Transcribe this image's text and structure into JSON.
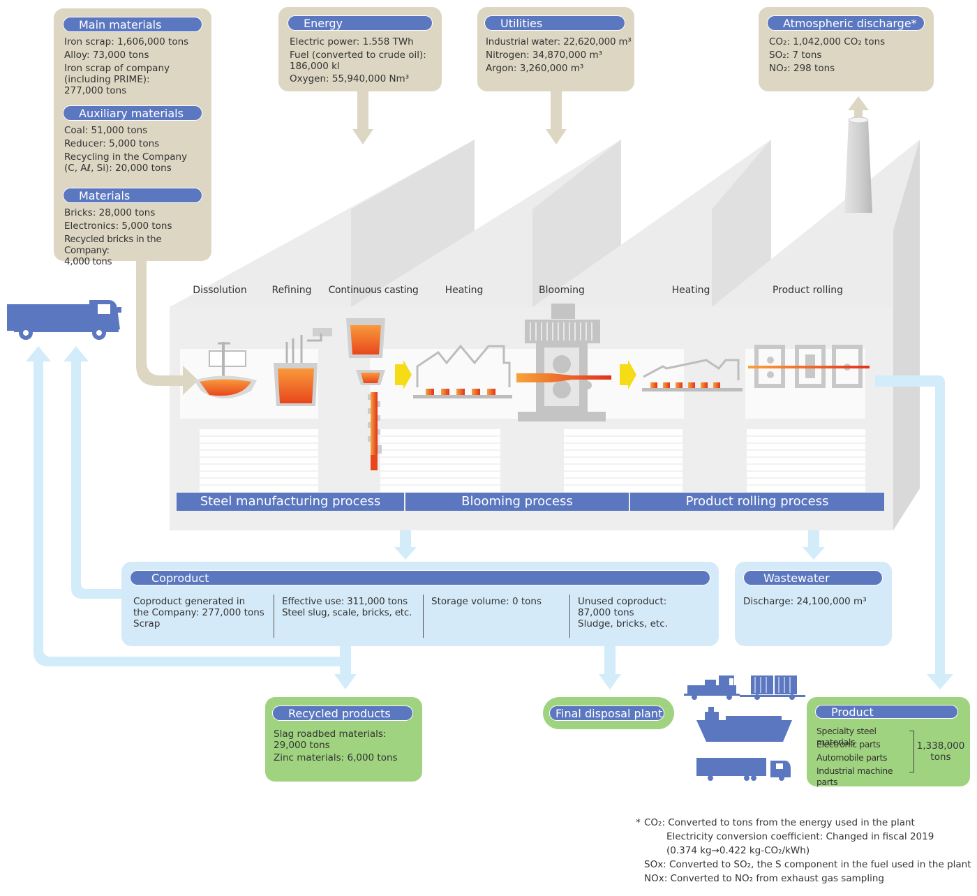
{
  "inputs": {
    "main_materials": {
      "title": "Main materials",
      "lines": [
        "Iron scrap: 1,606,000 tons",
        "Alloy: 73,000 tons",
        "Iron scrap of company\n(including PRIME):\n277,000 tons"
      ]
    },
    "auxiliary_materials": {
      "title": "Auxiliary materials",
      "lines": [
        "Coal: 51,000 tons",
        "Reducer: 5,000 tons",
        "Recycling in the Company\n(C, Aℓ, Si): 20,000 tons"
      ]
    },
    "materials": {
      "title": "Materials",
      "lines": [
        "Bricks: 28,000 tons",
        "Electronics: 5,000 tons",
        "Recycled bricks in the Company:\n4,000 tons"
      ]
    },
    "energy": {
      "title": "Energy",
      "lines": [
        "Electric power: 1.558 TWh",
        "Fuel (converted to crude oil):\n186,000 kl",
        "Oxygen: 55,940,000 Nm³"
      ]
    },
    "utilities": {
      "title": "Utilities",
      "lines": [
        "Industrial water: 22,620,000 m³",
        "Nitrogen: 34,870,000 m³",
        "Argon: 3,260,000 m³"
      ]
    },
    "atmospheric": {
      "title": "Atmospheric discharge*",
      "lines": [
        "CO₂: 1,042,000 CO₂ tons",
        "SO₂: 7 tons",
        "NO₂: 298 tons"
      ]
    }
  },
  "stages": [
    "Dissolution",
    "Refining",
    "Continuous casting",
    "Heating",
    "Blooming",
    "Heating",
    "Product rolling"
  ],
  "processes": [
    "Steel manufacturing process",
    "Blooming process",
    "Product rolling process"
  ],
  "coproduct": {
    "title": "Coproduct",
    "columns": [
      "Coproduct generated in\nthe Company: 277,000 tons\nScrap",
      "Effective use: 311,000 tons\nSteel slug, scale, bricks, etc.",
      "Storage volume: 0 tons",
      "Unused coproduct:\n87,000 tons\nSludge, bricks, etc."
    ]
  },
  "wastewater": {
    "title": "Wastewater",
    "line": "Discharge: 24,100,000 m³"
  },
  "recycled": {
    "title": "Recycled products",
    "lines": [
      "Slag roadbed materials:\n29,000 tons",
      "Zinc materials: 6,000 tons"
    ]
  },
  "final_disposal": {
    "title": "Final disposal plant"
  },
  "product": {
    "title": "Product",
    "items": [
      "Specialty steel materials",
      "Electronic parts",
      "Automobile parts",
      "Industrial machine parts"
    ],
    "total": "1,338,000\ntons"
  },
  "notes": {
    "star": "*",
    "co2": "CO₂: Converted to tons from the energy used in the plant",
    "co2_coef": "Electricity conversion coefficient: Changed in fiscal 2019",
    "co2_range": "(0.374 kg→0.422 kg-CO₂/kWh)",
    "sox": "SOx: Converted to SO₂, the S component in the fuel used in the plant",
    "nox": "NOx: Converted to NO₂ from exhaust gas sampling"
  },
  "colors": {
    "tan_box": "#dcd6c3",
    "blue_box": "#d5eaf8",
    "green_box": "#9fd37f",
    "pill": "#5b77c0",
    "flow_arrow_light": "#d3ecfa",
    "molten": "#f0621c",
    "yellow_arrow": "#f5dc16"
  },
  "icons": [
    "truck-icon",
    "train-icon",
    "ship-icon",
    "trailer-truck-icon",
    "chimney-icon"
  ]
}
